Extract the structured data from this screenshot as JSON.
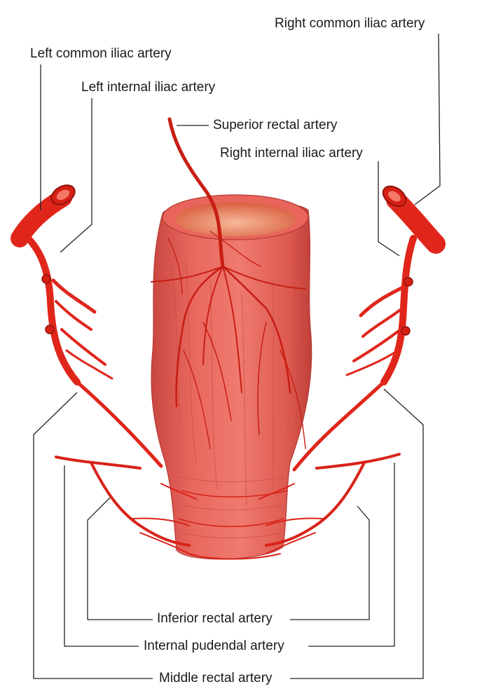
{
  "diagram": {
    "labels": {
      "right_common_iliac": "Right common iliac artery",
      "left_common_iliac": "Left common iliac artery",
      "left_internal_iliac": "Left internal iliac artery",
      "superior_rectal": "Superior rectal artery",
      "right_internal_iliac": "Right internal iliac artery",
      "inferior_rectal": "Inferior rectal artery",
      "internal_pudendal": "Internal pudendal artery",
      "middle_rectal": "Middle rectal artery"
    },
    "colors": {
      "artery": "#e0261b",
      "artery_dark": "#a8150e",
      "rectum_wall": "#e8635a",
      "rectum_shadow": "#c8443d",
      "lumen": "#f2a286",
      "leader_line": "#222222"
    }
  }
}
